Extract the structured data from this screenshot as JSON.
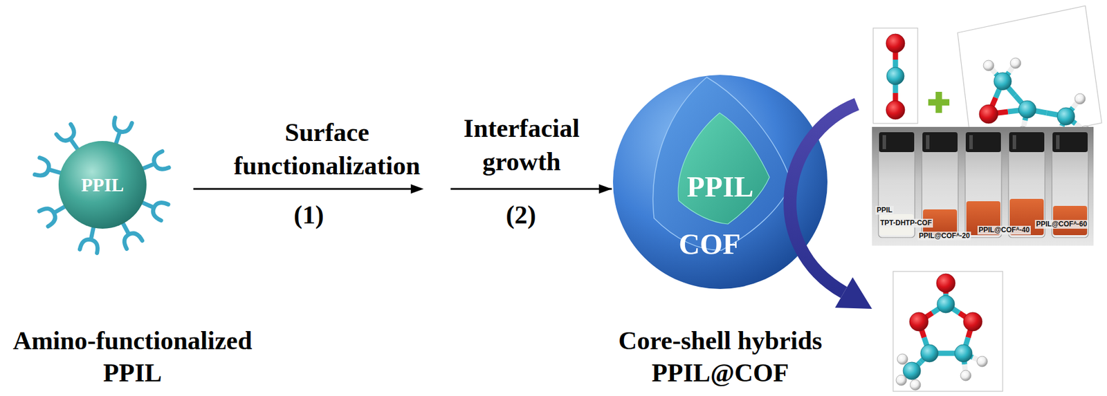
{
  "diagram": {
    "nodes": [
      {
        "text": [
          "PPIL",
          "Amino-functionalized PPIL"
        ]
      },
      {
        "text": [
          "COF",
          "Core-shell hybrids PPIL@COF"
        ]
      },
      {
        "text": [
          "PPIL"
        ],
        "in": 1
      }
    ],
    "edges": [
      {
        "from": 0,
        "to": 1,
        "arrow": "to"
      }
    ],
    "labels": [
      "Surface functionalization",
      "(1)",
      "Interfacial growth",
      "(2)",
      "PPIL",
      "TPT-DHTP-COF",
      "PPIL@COFᴬ-20",
      "PPIL@COFᴬ-40",
      "PPIL@COFᴬ-60"
    ]
  }
}
